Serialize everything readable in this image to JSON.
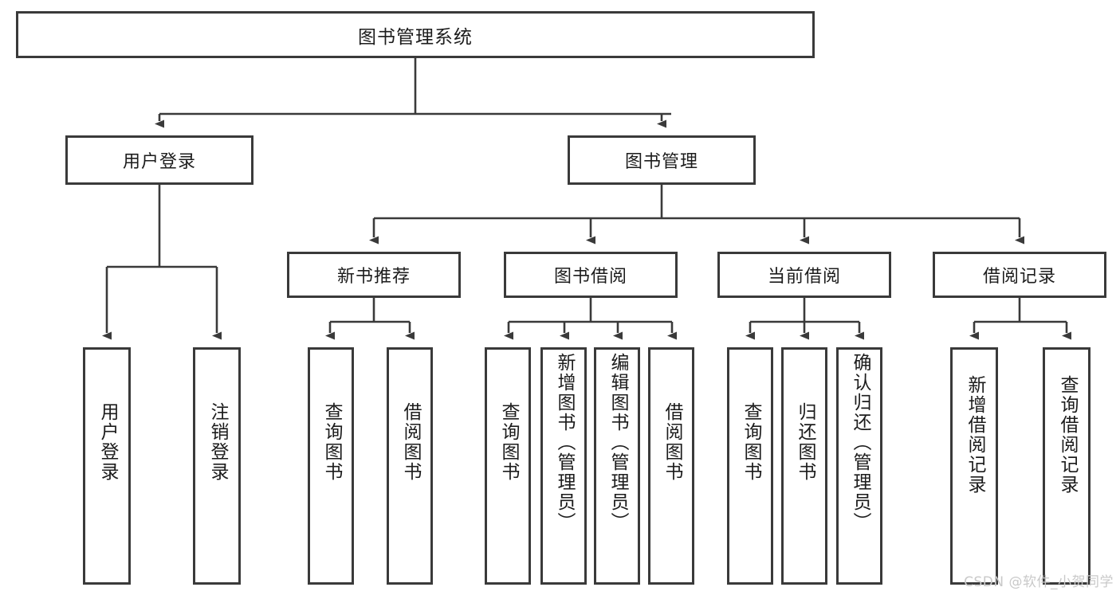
{
  "diagram": {
    "title": "图书管理系统",
    "type": "tree-hierarchy-chart",
    "watermark": "CSDN @软件_小贺同学",
    "colors": {
      "stroke": "#3a3a3a",
      "fill": "#ffffff",
      "text": "#1c1c1c",
      "watermark": "#c9c9c9"
    },
    "root": {
      "label": "图书管理系统"
    },
    "level2": [
      {
        "label": "用户登录"
      },
      {
        "label": "图书管理"
      }
    ],
    "level3": [
      {
        "label": "新书推荐"
      },
      {
        "label": "图书借阅"
      },
      {
        "label": "当前借阅"
      },
      {
        "label": "借阅记录"
      }
    ],
    "leaves": {
      "user_login": [
        {
          "label": "用户登录"
        },
        {
          "label": "注销登录"
        }
      ],
      "new_book_recommend": [
        {
          "label": "查询图书"
        },
        {
          "label": "借阅图书"
        }
      ],
      "book_borrow": [
        {
          "label": "查询图书"
        },
        {
          "label": "新增图书（管理员）"
        },
        {
          "label": "编辑图书（管理员）"
        },
        {
          "label": "借阅图书"
        }
      ],
      "current_borrow": [
        {
          "label": "查询图书"
        },
        {
          "label": "归还图书"
        },
        {
          "label": "确认归还（管理员）"
        }
      ],
      "borrow_record": [
        {
          "label": "新增借阅记录"
        },
        {
          "label": "查询借阅记录"
        }
      ]
    }
  }
}
